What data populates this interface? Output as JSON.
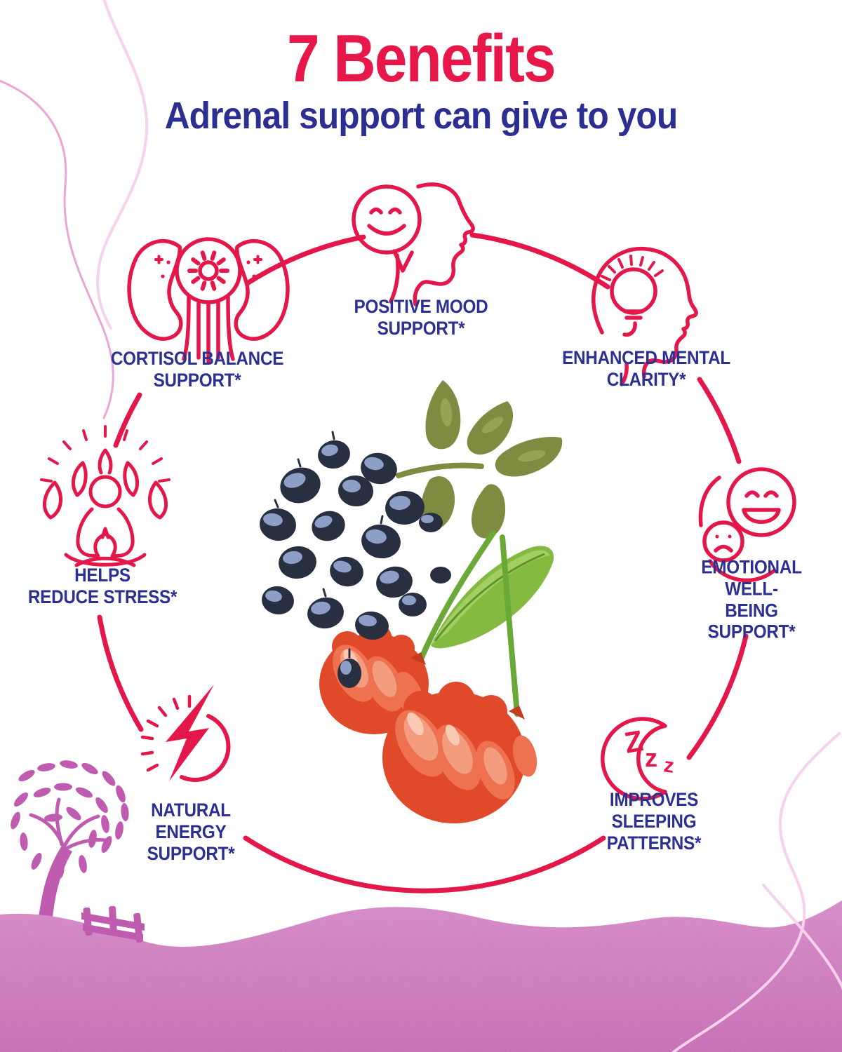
{
  "title": {
    "heading": "7 Benefits",
    "subheading": "Adrenal support can give to you"
  },
  "benefits": [
    {
      "name": "positive-mood",
      "label": [
        "POSITIVE MOOD",
        "SUPPORT*"
      ]
    },
    {
      "name": "enhanced-mental-clarity",
      "label": [
        "ENHANCED MENTAL",
        "CLARITY*"
      ]
    },
    {
      "name": "emotional-well-being",
      "label": [
        "EMOTIONAL",
        "WELL-BEING",
        "SUPPORT*"
      ]
    },
    {
      "name": "improves-sleeping-patterns",
      "label": [
        "IMPROVES",
        "SLEEPING PATTERNS*"
      ]
    },
    {
      "name": "natural-energy",
      "label": [
        "NATURAL",
        "ENERGY",
        "SUPPORT*"
      ]
    },
    {
      "name": "helps-reduce-stress",
      "label": [
        "HELPS",
        "REDUCE STRESS*"
      ]
    },
    {
      "name": "cortisol-balance",
      "label": [
        "CORTISOL BALANCE",
        "SUPPORT*"
      ]
    }
  ],
  "moon_zzz": [
    "Z",
    "z",
    "z"
  ],
  "colors": {
    "accent_red": "#e4174b",
    "title_red": "#e8174a",
    "text_blue": "#2b3092",
    "footer_pink": "#c05cb0",
    "leaf_olive": "#7e8c42",
    "leaf_bright_green": "#84ba3f",
    "stem_green": "#6aa938",
    "berry_dark": "#272f40",
    "berry_highlight": "#8d9fc6",
    "cherry_orange": "#e0492a"
  }
}
